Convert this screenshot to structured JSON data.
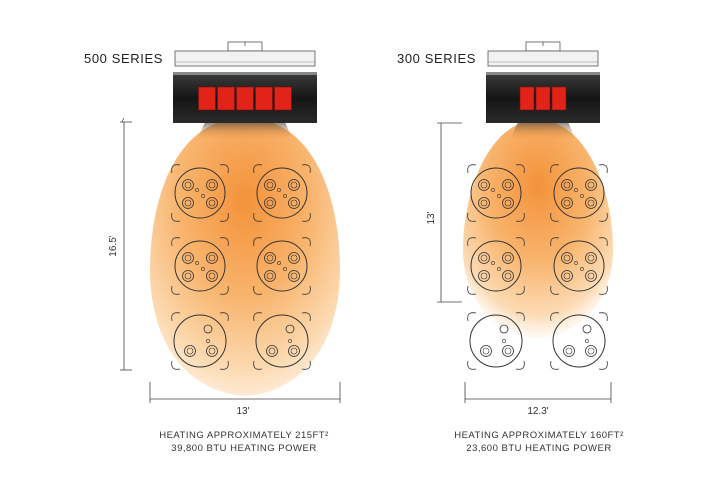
{
  "colors": {
    "heat_core": "#f59a3a",
    "heat_edge": "#fde7cc",
    "element_red": "#e2231a",
    "housing": "#1f1f1f",
    "line": "#444444"
  },
  "series": [
    {
      "title": "500 SERIES",
      "element_count": 5,
      "height_label": "16.5'",
      "width_label": "13'",
      "caption_line1": "HEATING APPROXIMATELY 215FT²",
      "caption_line2": "39,800 BTU HEATING POWER"
    },
    {
      "title": "300 SERIES",
      "element_count": 3,
      "height_label": "13'",
      "width_label": "12.3'",
      "caption_line1": "HEATING APPROXIMATELY 160FT²",
      "caption_line2": "23,600 BTU HEATING POWER"
    }
  ]
}
